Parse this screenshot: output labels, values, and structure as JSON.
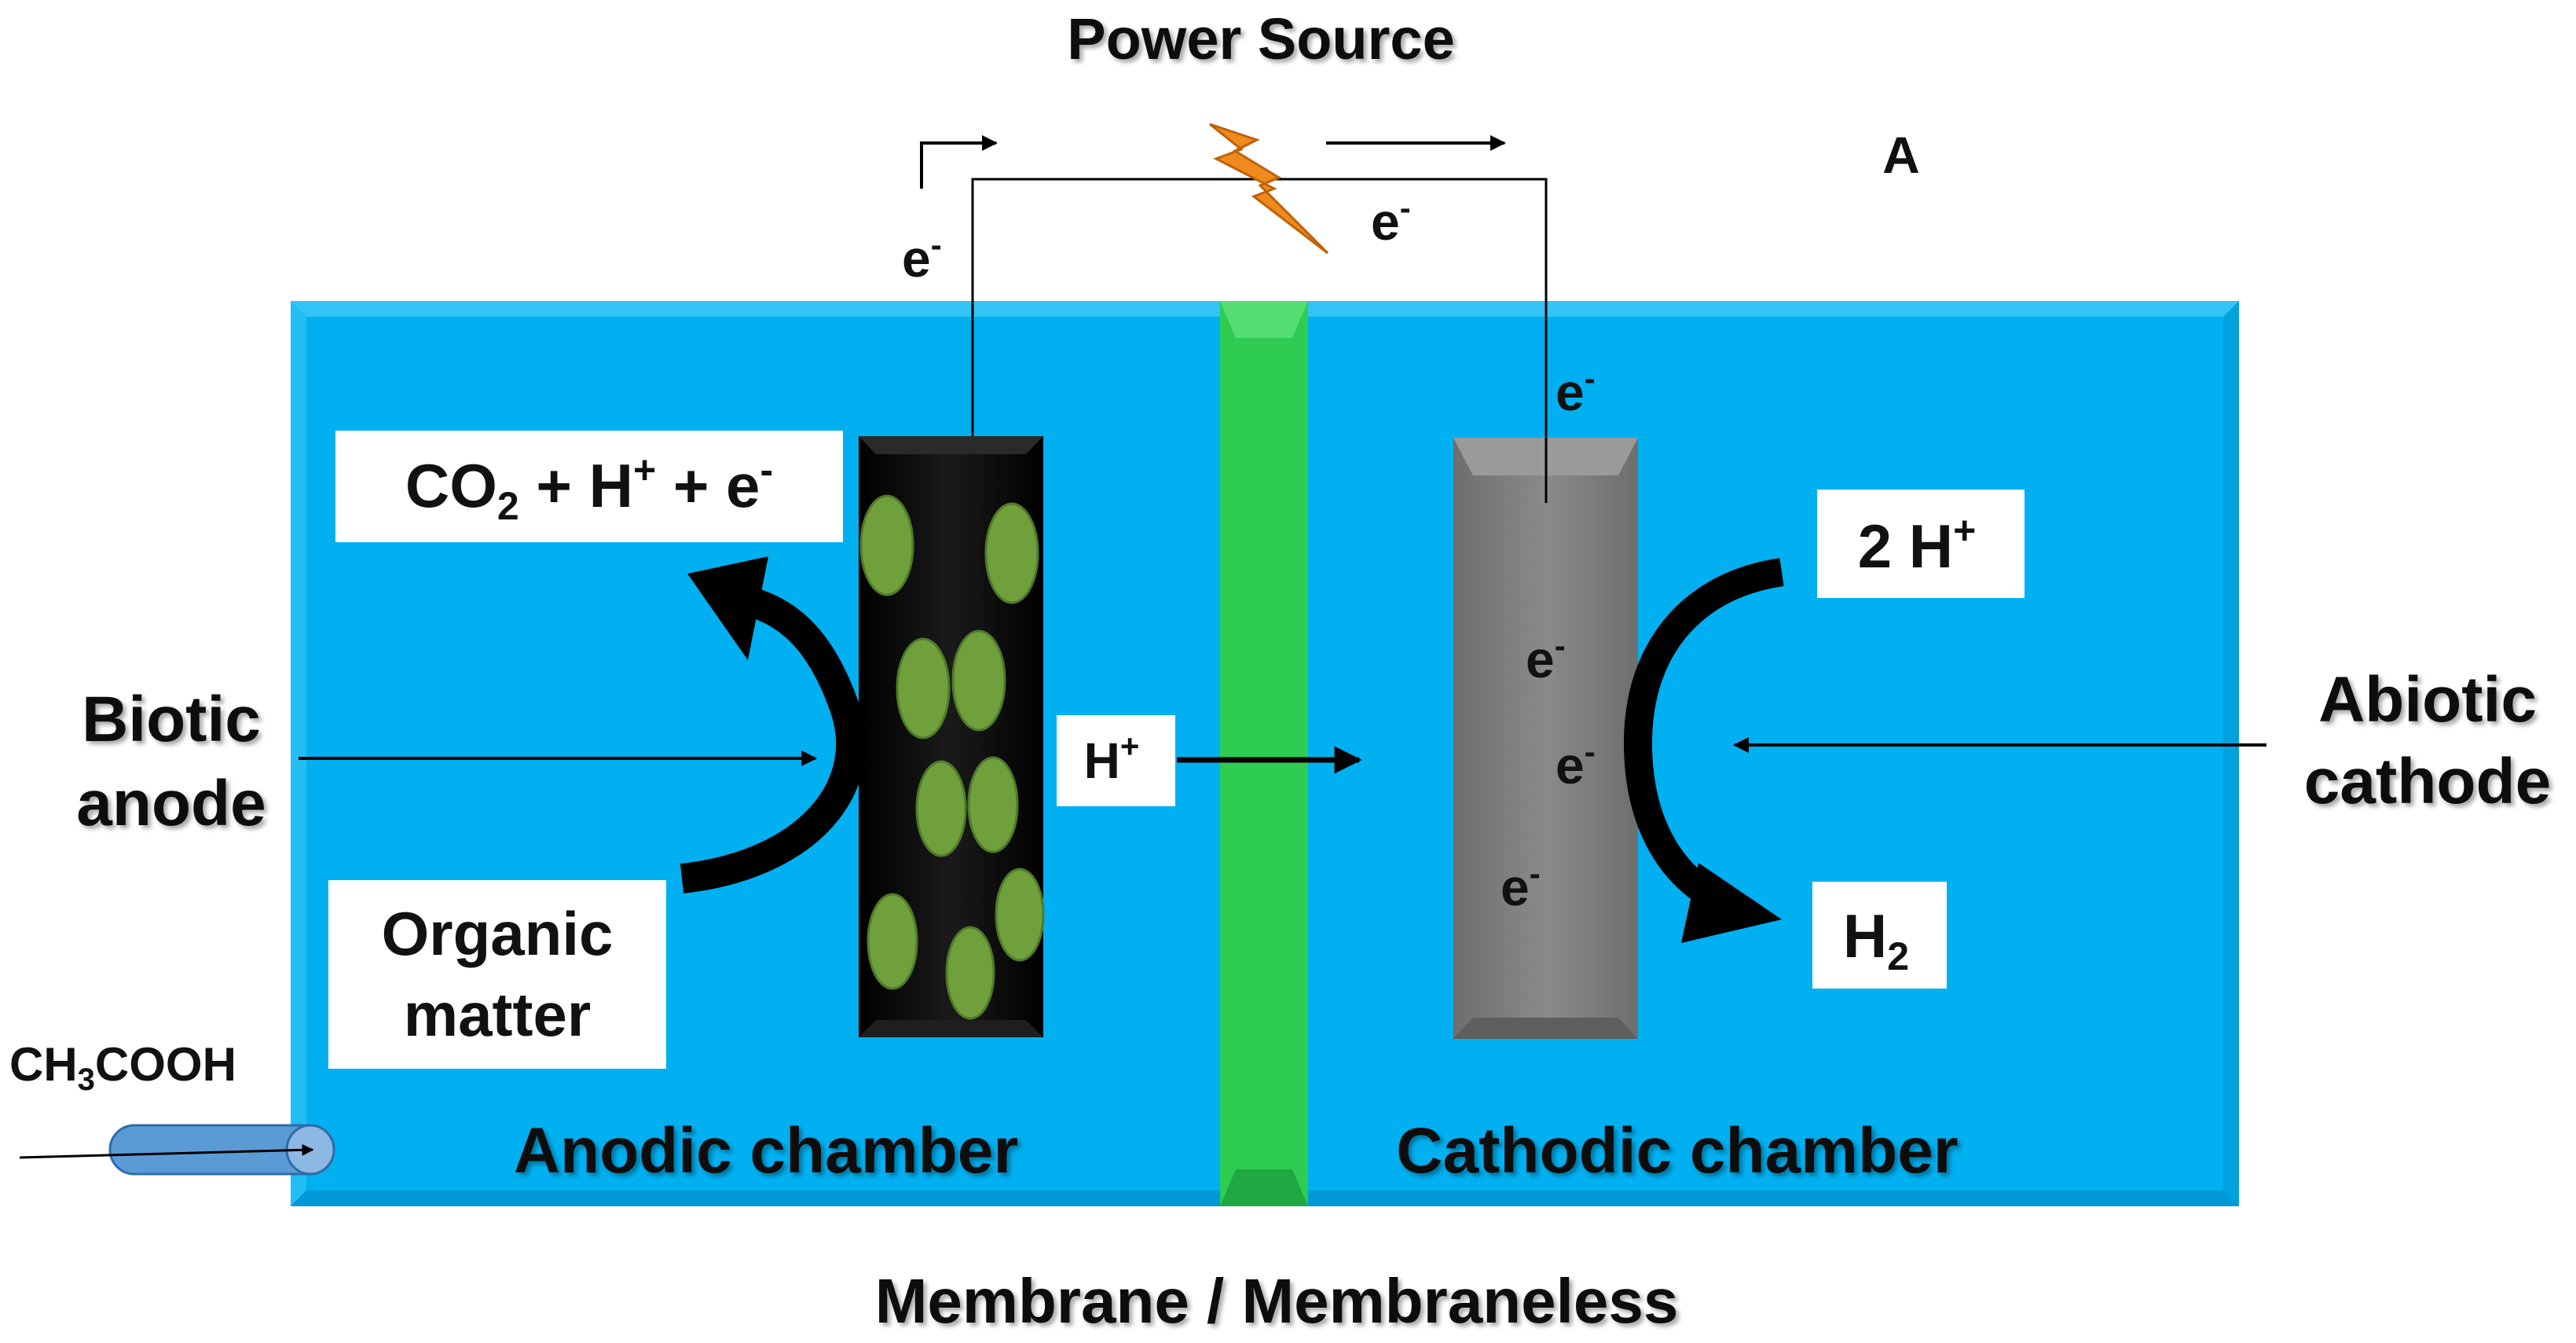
{
  "title": "Power Source",
  "panel_label": "A",
  "footer": "Membrane / Membraneless",
  "electron": "e",
  "minus": "-",
  "left_side": {
    "label_line1": "Biotic",
    "label_line2": "anode",
    "chamber": "Anodic chamber",
    "product": {
      "co2": "CO",
      "sub2": "2",
      "plus_h": " + H",
      "sup_plus": "+",
      "plus_e": " + e",
      "sup_minus": "-"
    },
    "substrate_line1": "Organic",
    "substrate_line2": "matter",
    "feed": {
      "a": "CH",
      "sub": "3",
      "b": "COOH"
    }
  },
  "proton": {
    "h": "H",
    "sup": "+"
  },
  "right_side": {
    "label_line1": "Abiotic",
    "label_line2": "cathode",
    "chamber": "Cathodic chamber",
    "reactant": {
      "coef": "2 H",
      "sup": "+"
    },
    "product": {
      "h": "H",
      "sub": "2"
    }
  },
  "colors": {
    "water": "#00b0f0",
    "membrane": "#2ecc52",
    "anode": "#0a0a0a",
    "bacteria": "#6fa03c",
    "cathode": "#7f7f7f",
    "bolt": "#f08a1e",
    "feed_pipe": "#5b9bd5"
  }
}
